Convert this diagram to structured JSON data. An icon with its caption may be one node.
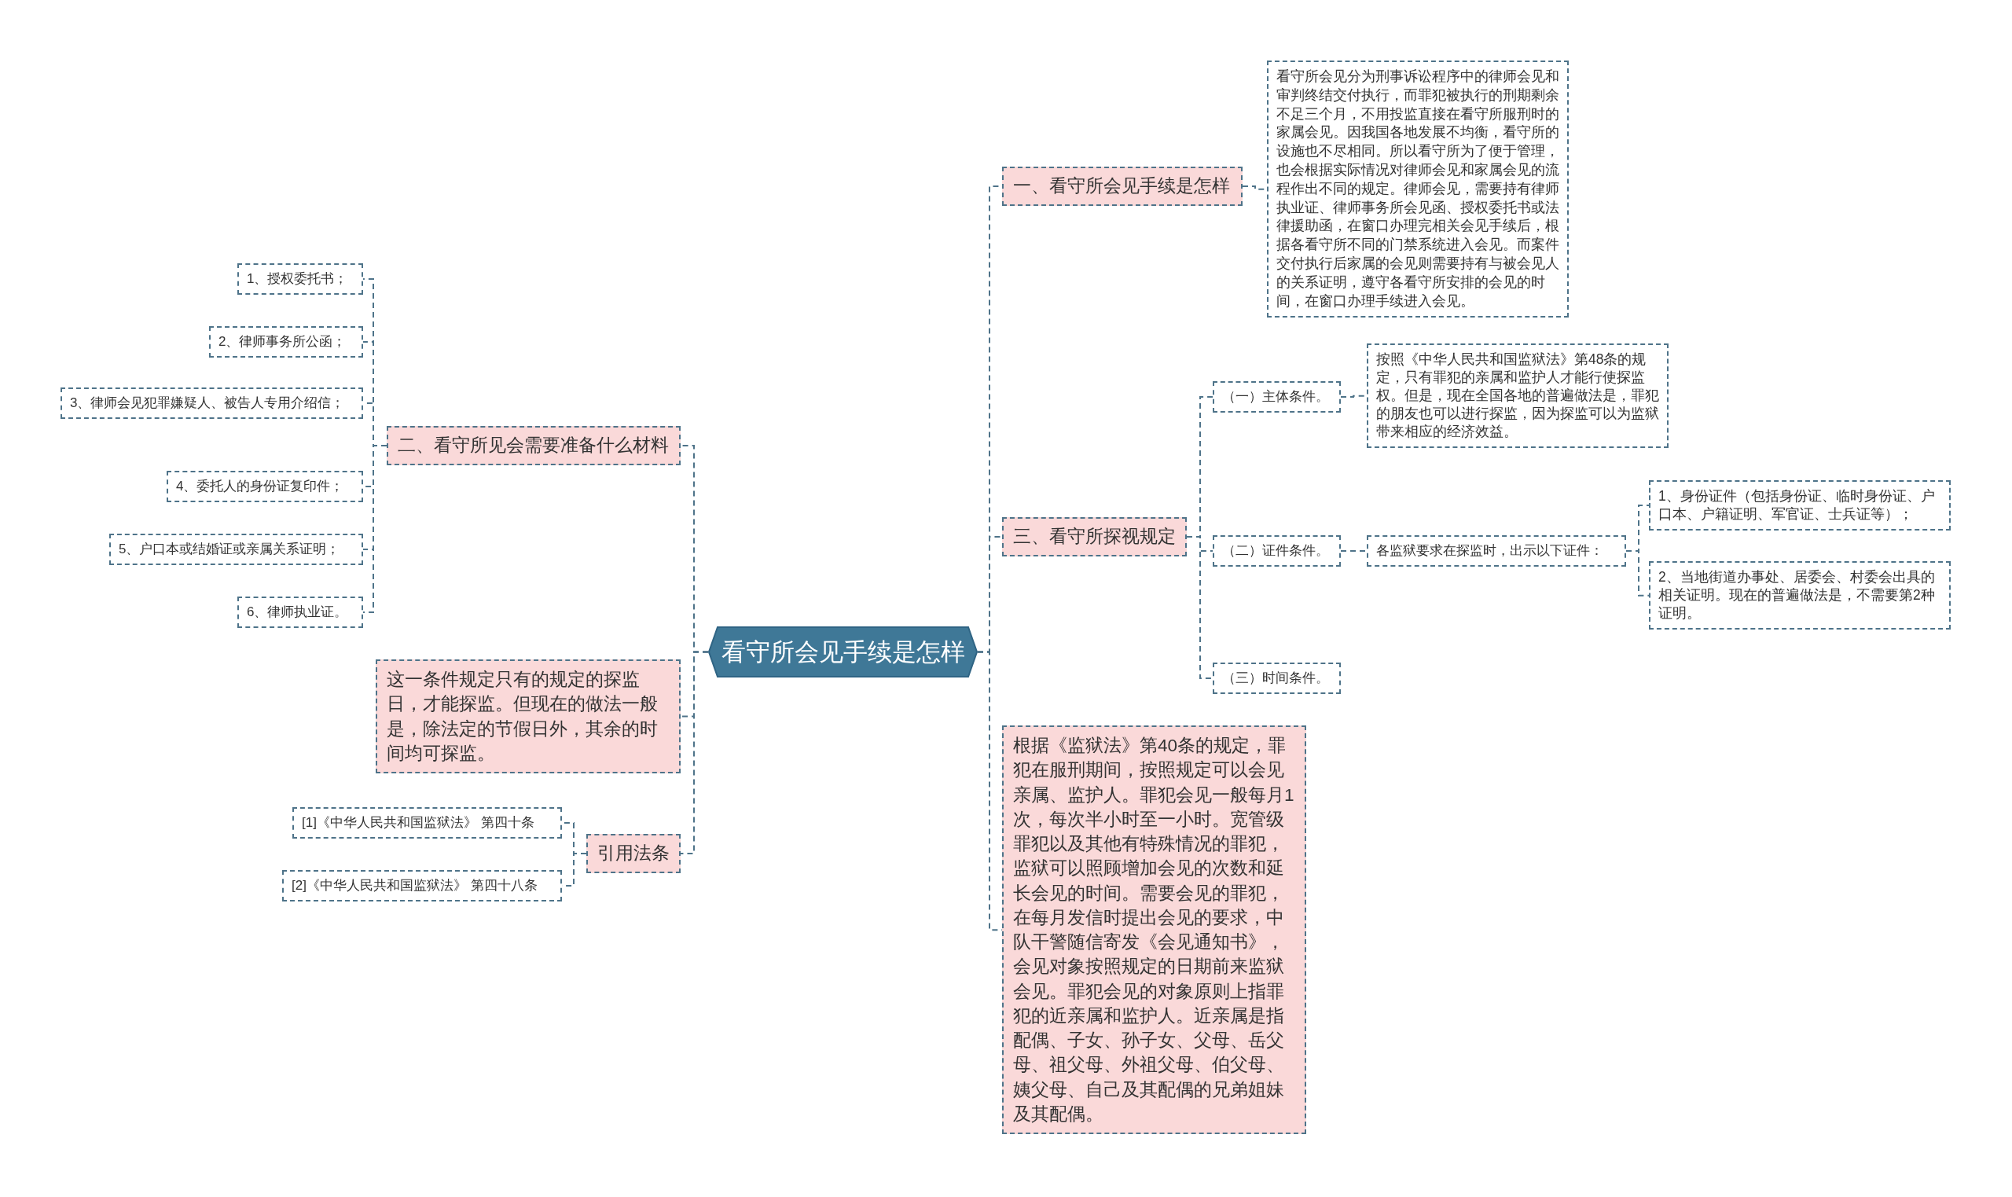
{
  "diagram": {
    "nodes": [
      {
        "text": [
          "看守所会见手续是怎样"
        ]
      },
      {
        "text": [
          "一、看守所会见手续是怎样"
        ]
      },
      {
        "text": [
          "看守所会见分为刑事诉讼程序中的律师会见和审判终结交付执行，而罪犯被执行的刑期剩余不足三个月，不用投监直接在看守所服刑时的家属会见。因我国各地发展不均衡，看守所的设施也不尽相同。所以看守所为了便于管理，也会根据实际情况对律师会见和家属会见的流程作出不同的规定。律师会见，需要持有律师执业证、律师事务所会见函、授权委托书或法律援助函，在窗口办理完相关会见手续后，根据各看守所不同的门禁系统进入会见。而案件交付执行后家属的会见则需要持有与被会见人的关系证明，遵守各看守所安排的会见的时间，在窗口办理手续进入会见。"
        ]
      },
      {
        "text": [
          "三、看守所探视规定"
        ]
      },
      {
        "text": [
          "（一）主体条件。"
        ]
      },
      {
        "text": [
          "按照《中华人民共和国监狱法》第48条的规定，只有罪犯的亲属和监护人才能行使探监权。但是，现在全国各地的普遍做法是，罪犯的朋友也可以进行探监，因为探监可以为监狱带来相应的经济效益。"
        ]
      },
      {
        "text": [
          "（二）证件条件。"
        ]
      },
      {
        "text": [
          "各监狱要求在探监时，出示以下证件："
        ]
      },
      {
        "text": [
          "1、身份证件（包括身份证、临时身份证、户口本、户籍证明、军官证、士兵证等）；"
        ]
      },
      {
        "text": [
          "2、当地街道办事处、居委会、村委会出具的相关证明。现在的普遍做法是，不需要第2种证明。"
        ]
      },
      {
        "text": [
          "（三）时间条件。"
        ]
      },
      {
        "text": [
          "根据《监狱法》第40条的规定，罪犯在服刑期间，按照规定可以会见亲属、监护人。罪犯会见一般每月1次，每次半小时至一小时。宽管级罪犯以及其他有特殊情况的罪犯，监狱可以照顾增加会见的次数和延长会见的时间。需要会见的罪犯，在每月发信时提出会见的要求，中队干警随信寄发《会见通知书》，会见对象按照规定的日期前来监狱会见。罪犯会见的对象原则上指罪犯的近亲属和监护人。近亲属是指配偶、子女、孙子女、父母、岳父母、祖父母、外祖父母、伯父母、姨父母、自己及其配偶的兄弟姐妹及其配偶。"
        ]
      },
      {
        "text": [
          "二、看守所见会需要准备什么材料"
        ]
      },
      {
        "text": [
          "1、授权委托书；"
        ]
      },
      {
        "text": [
          "2、律师事务所公函；"
        ]
      },
      {
        "text": [
          "3、律师会见犯罪嫌疑人、被告人专用介绍信；"
        ]
      },
      {
        "text": [
          "4、委托人的身份证复印件；"
        ]
      },
      {
        "text": [
          "5、户口本或结婚证或亲属关系证明；"
        ]
      },
      {
        "text": [
          "6、律师执业证。"
        ]
      },
      {
        "text": [
          "这一条件规定只有的规定的探监日，才能探监。但现在的做法一般是，除法定的节假日外，其余的时间均可探监。"
        ]
      },
      {
        "text": [
          "引用法条"
        ]
      },
      {
        "text": [
          "[1]《中华人民共和国监狱法》 第四十条"
        ]
      },
      {
        "text": [
          "[2]《中华人民共和国监狱法》 第四十八条"
        ]
      }
    ],
    "edges": [
      {
        "from": 0,
        "to": 1,
        "arrow": "none"
      },
      {
        "from": 1,
        "to": 2,
        "arrow": "none"
      },
      {
        "from": 0,
        "to": 3,
        "arrow": "none"
      },
      {
        "from": 3,
        "to": 4,
        "arrow": "none"
      },
      {
        "from": 4,
        "to": 5,
        "arrow": "none"
      },
      {
        "from": 3,
        "to": 6,
        "arrow": "none"
      },
      {
        "from": 6,
        "to": 7,
        "arrow": "none"
      },
      {
        "from": 7,
        "to": 8,
        "arrow": "none"
      },
      {
        "from": 7,
        "to": 9,
        "arrow": "none"
      },
      {
        "from": 3,
        "to": 10,
        "arrow": "none"
      },
      {
        "from": 0,
        "to": 11,
        "arrow": "none"
      },
      {
        "from": 0,
        "to": 12,
        "arrow": "none"
      },
      {
        "from": 12,
        "to": 13,
        "arrow": "none"
      },
      {
        "from": 12,
        "to": 14,
        "arrow": "none"
      },
      {
        "from": 12,
        "to": 15,
        "arrow": "none"
      },
      {
        "from": 12,
        "to": 16,
        "arrow": "none"
      },
      {
        "from": 12,
        "to": 17,
        "arrow": "none"
      },
      {
        "from": 12,
        "to": 18,
        "arrow": "none"
      },
      {
        "from": 0,
        "to": 19,
        "arrow": "none"
      },
      {
        "from": 0,
        "to": 20,
        "arrow": "none"
      },
      {
        "from": 20,
        "to": 21,
        "arrow": "none"
      },
      {
        "from": 20,
        "to": 22,
        "arrow": "none"
      }
    ]
  }
}
